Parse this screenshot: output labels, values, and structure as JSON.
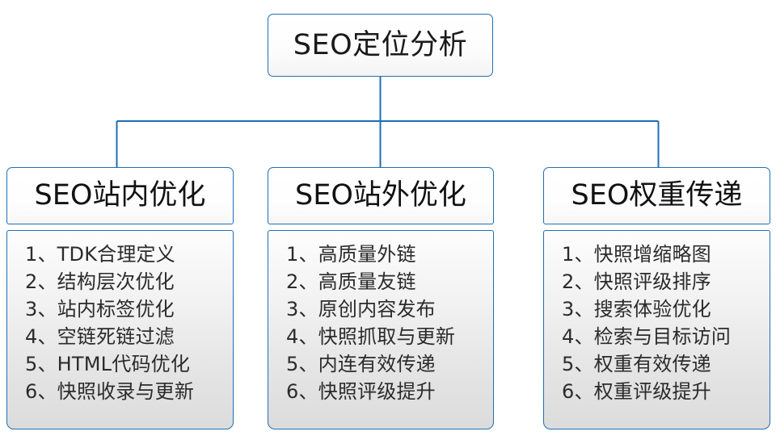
{
  "diagram": {
    "type": "organization-tree",
    "accent_color": "#1f6fb5",
    "text_color": "#1a1a1a",
    "background_color": "#ffffff",
    "root": {
      "label": "SEO定位分析"
    },
    "branches": [
      {
        "id": "seo-onsite",
        "title": "SEO站内优化",
        "items": [
          {
            "num": "1、",
            "text": "TDK合理定义"
          },
          {
            "num": "2、",
            "text": "结构层次优化"
          },
          {
            "num": "3、",
            "text": "站内标签优化"
          },
          {
            "num": "4、",
            "text": "空链死链过滤"
          },
          {
            "num": "5、",
            "text": "HTML代码优化"
          },
          {
            "num": "6、",
            "text": "快照收录与更新"
          }
        ]
      },
      {
        "id": "seo-offsite",
        "title": "SEO站外优化",
        "items": [
          {
            "num": "1、",
            "text": "高质量外链"
          },
          {
            "num": "2、",
            "text": "高质量友链"
          },
          {
            "num": "3、",
            "text": "原创内容发布"
          },
          {
            "num": "4、",
            "text": "快照抓取与更新"
          },
          {
            "num": "5、",
            "text": "内连有效传递"
          },
          {
            "num": "6、",
            "text": "快照评级提升"
          }
        ]
      },
      {
        "id": "seo-weight",
        "title": "SEO权重传递",
        "items": [
          {
            "num": "1、",
            "text": "快照增缩略图"
          },
          {
            "num": "2、",
            "text": "快照评级排序"
          },
          {
            "num": "3、",
            "text": "搜索体验优化"
          },
          {
            "num": "4、",
            "text": "检索与目标访问"
          },
          {
            "num": "5、",
            "text": "权重有效传递"
          },
          {
            "num": "6、",
            "text": "权重评级提升"
          }
        ]
      }
    ]
  }
}
